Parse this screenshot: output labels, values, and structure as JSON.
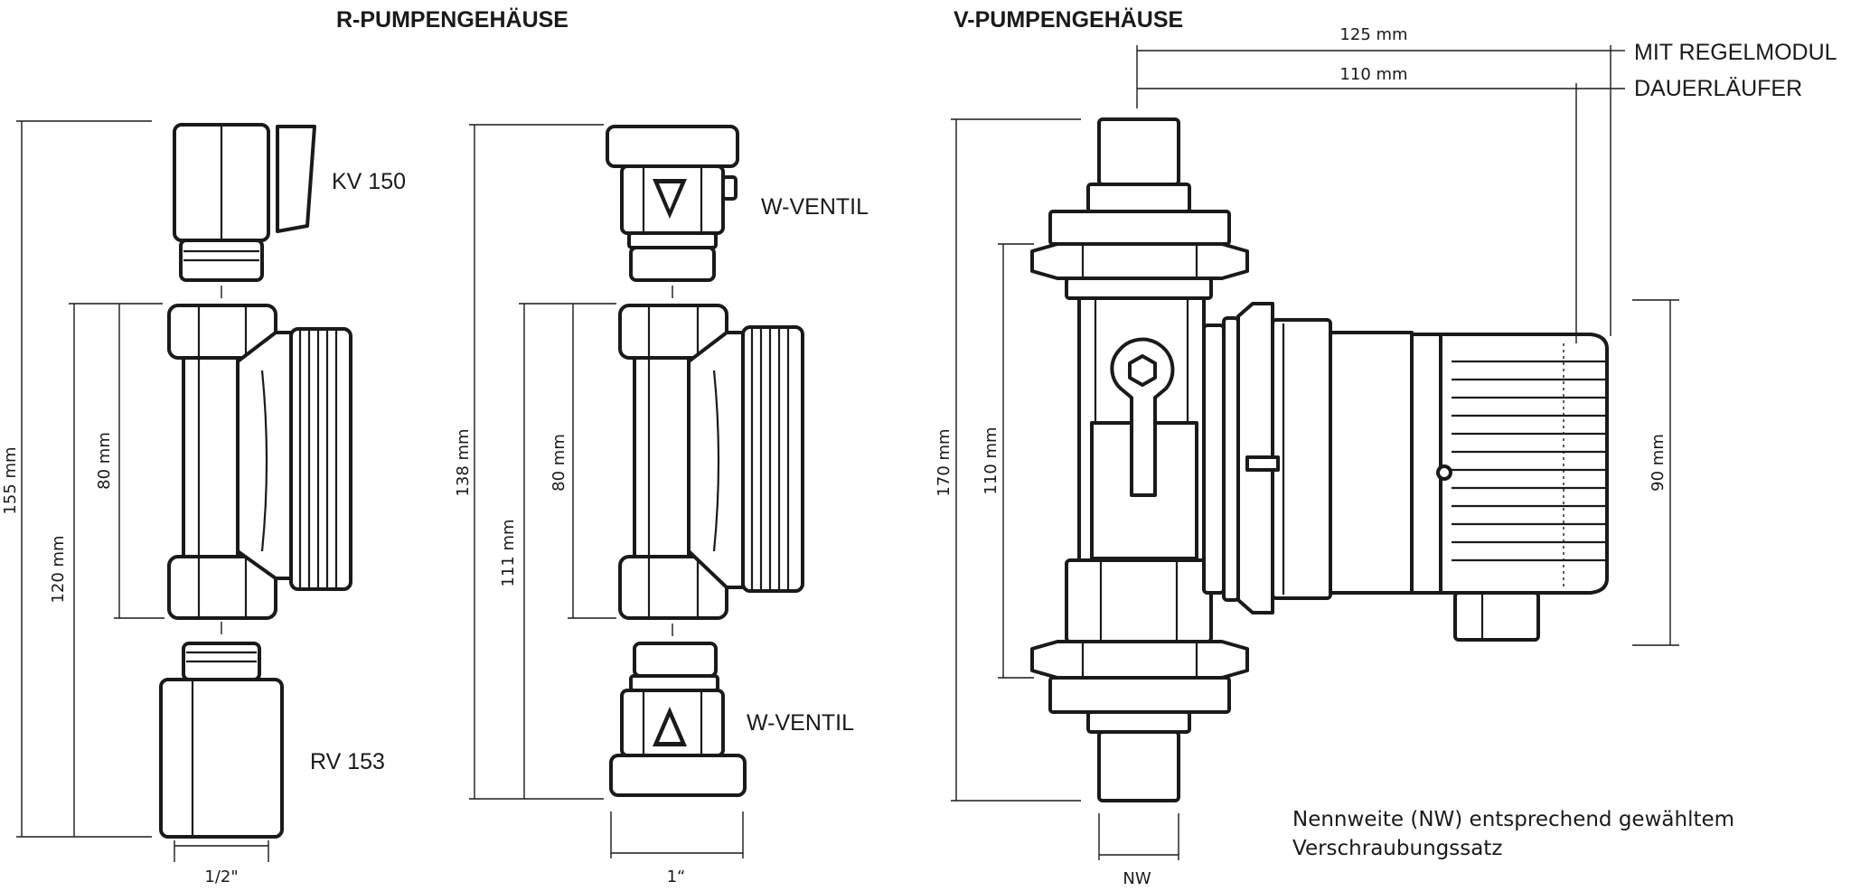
{
  "headings": {
    "r_housing": "R-PUMPENGEHÄUSE",
    "v_housing": "V-PUMPENGEHÄUSE"
  },
  "labels": {
    "kv150": "KV 150",
    "rv153": "RV 153",
    "w_ventil_top": "W-VENTIL",
    "w_ventil_bottom": "W-VENTIL",
    "mit_regelmodul": "MIT REGELMODUL",
    "dauerlaeufer": "DAUERLÄUFER"
  },
  "dimensions": {
    "r_total": "155 mm",
    "r_mid": "120 mm",
    "r_body": "80 mm",
    "r_width": "1/2\"",
    "w_total": "138 mm",
    "w_mid": "111 mm",
    "w_body": "80 mm",
    "w_width": "1“",
    "v_total": "170 mm",
    "v_mid": "110 mm",
    "v_motor": "90 mm",
    "v_width": "NW",
    "v_len_regel": "125 mm",
    "v_len_dauer": "110 mm"
  },
  "note": {
    "line1": "Nennweite (NW) entsprechend gewähltem",
    "line2": "Verschraubungssatz"
  },
  "colors": {
    "line": "#1a1a1a",
    "background": "#ffffff"
  }
}
